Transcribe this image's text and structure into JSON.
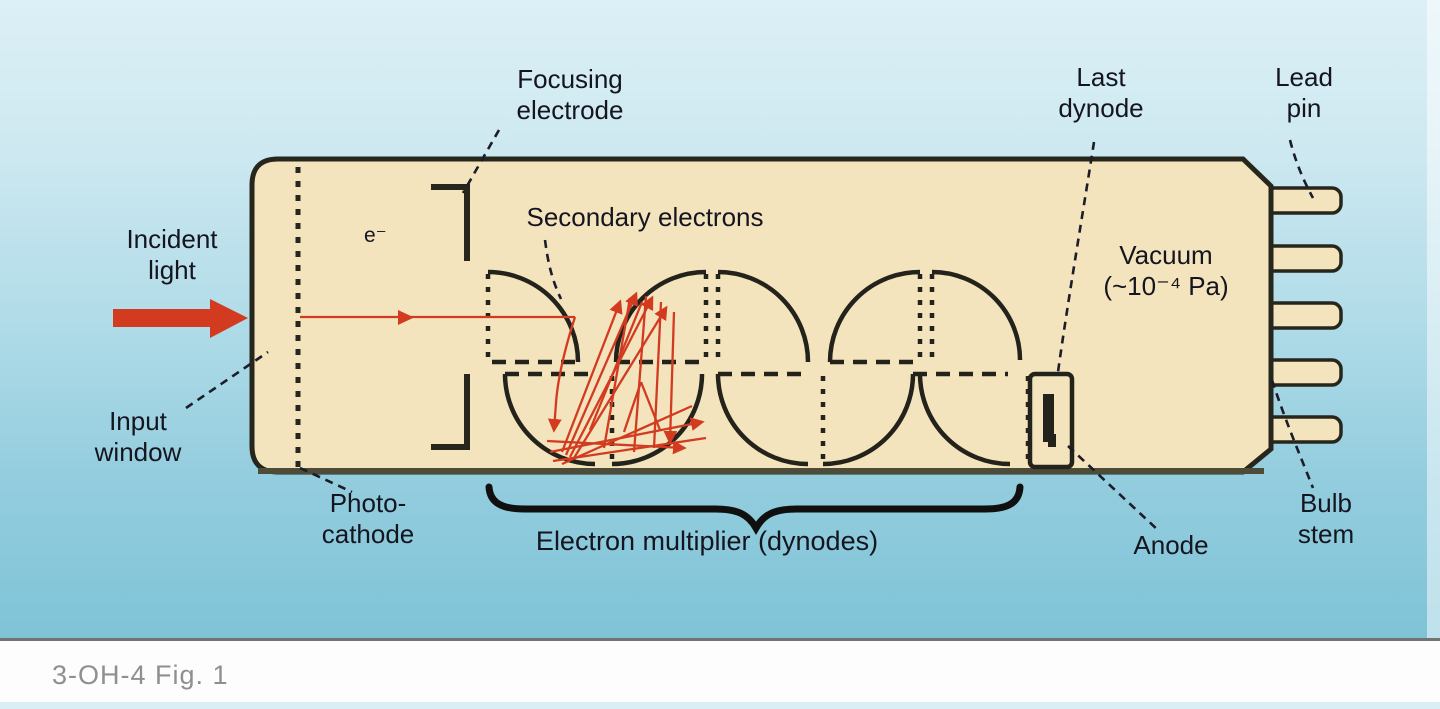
{
  "figure": {
    "caption": "3-OH-4  Fig. 1",
    "labels": {
      "focusing_electrode": "Focusing\nelectrode",
      "secondary_electrons": "Secondary electrons",
      "last_dynode": "Last\ndynode",
      "lead_pin": "Lead\npin",
      "incident_light": "Incident\nlight",
      "electron_symbol": "e⁻",
      "vacuum": "Vacuum\n(~10⁻⁴ Pa)",
      "input_window": "Input\nwindow",
      "photo_cathode": "Photo-\ncathode",
      "electron_multiplier": "Electron multiplier (dynodes)",
      "anode": "Anode",
      "bulb_stem": "Bulb\nstem"
    },
    "colors": {
      "background_top": "#dcf0f6",
      "background_bottom": "#7fc3d7",
      "tube_fill": "#f3e4bd",
      "outline": "#26261d",
      "beam_red": "#d23b20",
      "caption_gray": "#8f8f8f"
    }
  }
}
